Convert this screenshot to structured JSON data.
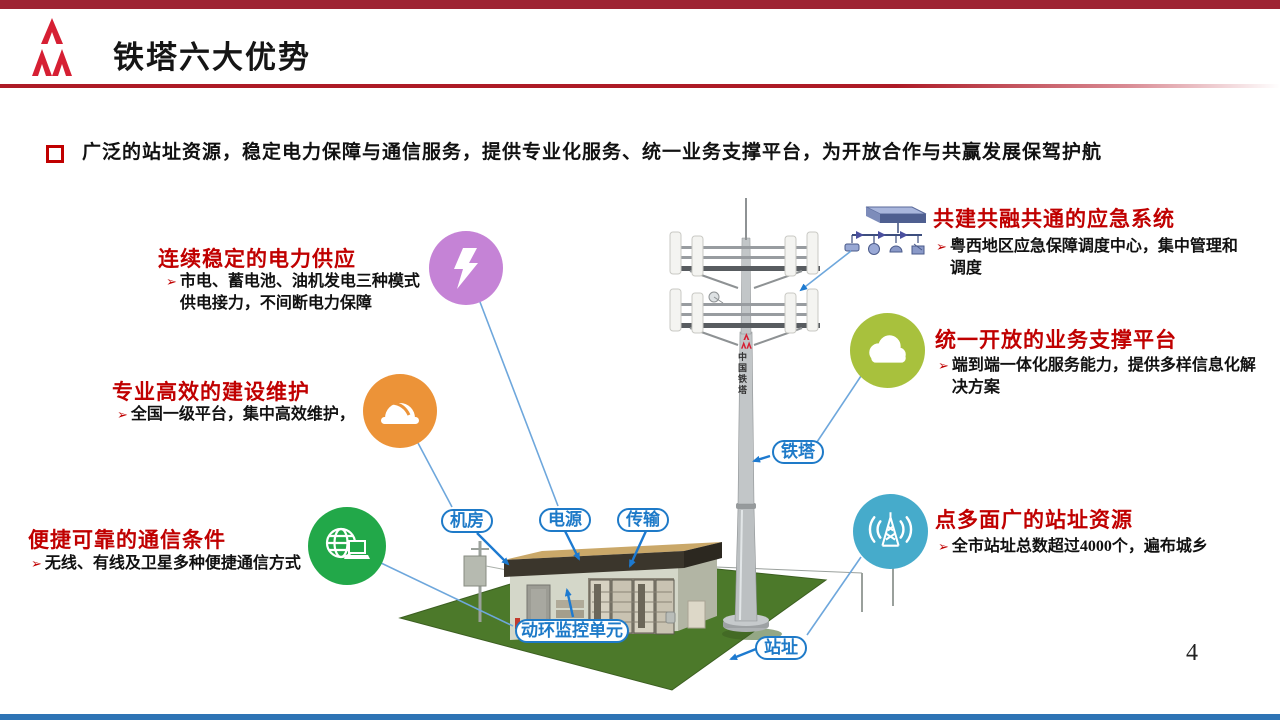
{
  "header": {
    "title": "铁塔六大优势"
  },
  "intro": {
    "text": "广泛的站址资源，稳定电力保障与通信服务，提供专业化服务、统一业务支撑平台，为开放合作与共赢发展保驾护航"
  },
  "glyphs": {
    "bullet_marker": "➢"
  },
  "features": [
    {
      "title": "连续稳定的电力供应",
      "desc": "市电、蓄电池、油机发电三种模式供电接力，不间断电力保障",
      "icon": "lightning-icon",
      "color": "#c583d6"
    },
    {
      "title": "专业高效的建设维护",
      "desc": "全国一级平台，集中高效维护，",
      "icon": "hardhat-icon",
      "color": "#ec9338"
    },
    {
      "title": "便捷可靠的通信条件",
      "desc": "无线、有线及卫星多种便捷通信方式",
      "icon": "globe-laptop-icon",
      "color": "#22a849"
    },
    {
      "title": "共建共融共通的应急系统",
      "desc": "粤西地区应急保障调度中心，集中管理和调度",
      "icon": "network-devices-icon",
      "color": "#3d5080"
    },
    {
      "title": "统一开放的业务支撑平台",
      "desc": "端到端一体化服务能力，提供多样信息化解决方案",
      "icon": "cloud-icon",
      "color": "#a8c13d"
    },
    {
      "title": "点多面广的站址资源",
      "desc": "全市站址总数超过4000个，遍布城乡",
      "icon": "antenna-signal-icon",
      "color": "#46abcb"
    }
  ],
  "diagram": {
    "labels": {
      "room": "机房",
      "power": "电源",
      "transmission": "传输",
      "tower": "铁塔",
      "monitor": "动环监控单元",
      "site": "站址"
    },
    "tower_brand": "中国铁塔"
  },
  "footer": {
    "page_number": "4"
  },
  "colors": {
    "accent_red": "#c00000",
    "label_blue": "#1e7ac8",
    "connector_blue": "#6ea7dc",
    "top_bar": "#9e2433",
    "bottom_bar": "#2e74b5",
    "ground_green": "#4c792a",
    "logo_red": "#d61f33"
  }
}
